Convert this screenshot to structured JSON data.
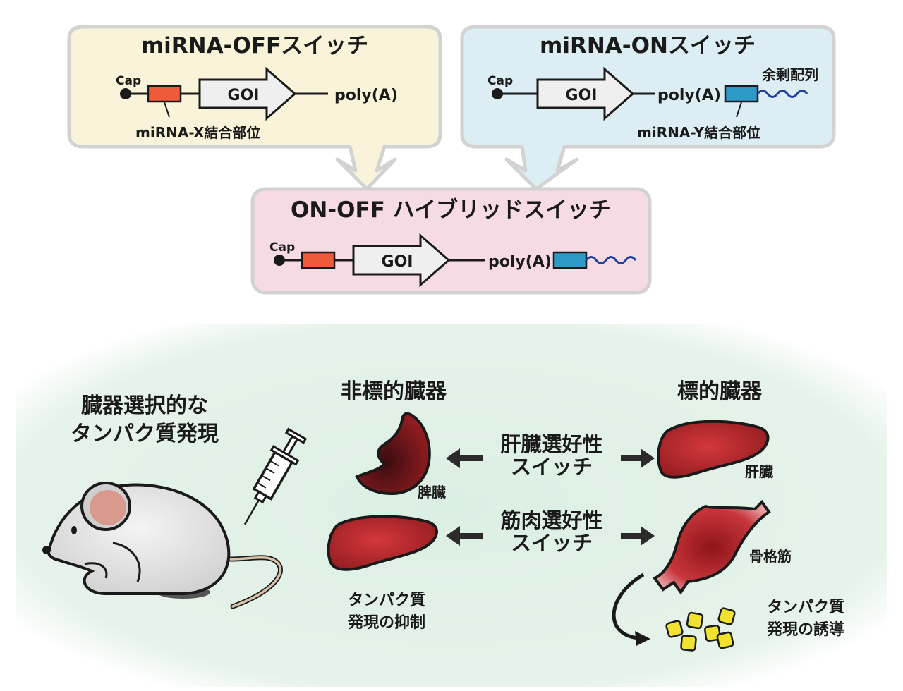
{
  "switches": {
    "off": {
      "title": "miRNA-OFFスイッチ",
      "cap": "Cap",
      "goi": "GOI",
      "polya": "poly(A)",
      "site": "miRNA-X結合部位",
      "fill": "#f9f3d9"
    },
    "on": {
      "title": "miRNA-ONスイッチ",
      "cap": "Cap",
      "goi": "GOI",
      "polya": "poly(A)",
      "site": "miRNA-Y結合部位",
      "tail": "余剰配列",
      "fill": "#dcedf3"
    },
    "hybrid": {
      "title": "ON-OFF ハイブリッドスイッチ",
      "cap": "Cap",
      "goi": "GOI",
      "polya": "poly(A)",
      "fill": "#f6dbe5"
    }
  },
  "colors": {
    "x_site": "#ef5a3a",
    "y_site": "#2d99c6",
    "tail_wave": "#1f3f9a",
    "organ": "#b02126",
    "background_panel": "#e6f2ea",
    "protein": "#f2e230"
  },
  "lower": {
    "mouse_label_line1": "臓器選択的な",
    "mouse_label_line2": "タンパク質発現",
    "non_target": "非標的臓器",
    "target": "標的臓器",
    "liver_switch_line1": "肝臓選好性",
    "liver_switch_line2": "スイッチ",
    "muscle_switch_line1": "筋肉選好性",
    "muscle_switch_line2": "スイッチ",
    "spleen": "脾臓",
    "liver": "肝臓",
    "muscle": "骨格筋",
    "suppress_line1": "タンパク質",
    "suppress_line2": "発現の抑制",
    "induce_line1": "タンパク質",
    "induce_line2": "発現の誘導"
  }
}
